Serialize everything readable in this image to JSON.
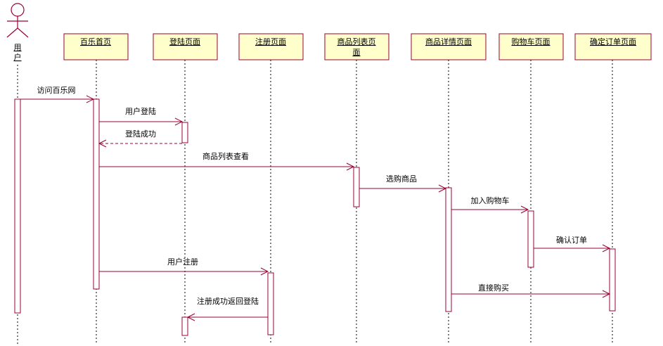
{
  "actor": {
    "name_line1": "用",
    "name_line2": "户"
  },
  "lifelines": [
    {
      "id": "home",
      "line1": "百乐首页",
      "line2": ""
    },
    {
      "id": "login",
      "line1": "登陆页面",
      "line2": ""
    },
    {
      "id": "register",
      "line1": "注册页面",
      "line2": ""
    },
    {
      "id": "list",
      "line1": "商品列表页",
      "line2": "面"
    },
    {
      "id": "detail",
      "line1": "商品详情页面",
      "line2": ""
    },
    {
      "id": "cart",
      "line1": "购物车页面",
      "line2": ""
    },
    {
      "id": "order",
      "line1": "确定订单页面",
      "line2": ""
    }
  ],
  "messages": [
    {
      "label": "访问百乐网",
      "from": "user",
      "to": "home",
      "type": "sync"
    },
    {
      "label": "用户登陆",
      "from": "home",
      "to": "login",
      "type": "sync"
    },
    {
      "label": "登陆成功",
      "from": "login",
      "to": "home",
      "type": "return"
    },
    {
      "label": "商品列表查看",
      "from": "home",
      "to": "list",
      "type": "sync"
    },
    {
      "label": "选购商品",
      "from": "list",
      "to": "detail",
      "type": "sync"
    },
    {
      "label": "加入购物车",
      "from": "detail",
      "to": "cart",
      "type": "sync"
    },
    {
      "label": "确认订单",
      "from": "cart",
      "to": "order",
      "type": "sync"
    },
    {
      "label": "用户注册",
      "from": "home",
      "to": "register",
      "type": "sync"
    },
    {
      "label": "直接购买",
      "from": "detail",
      "to": "order",
      "type": "sync"
    },
    {
      "label": "注册成功返回登陆",
      "from": "register",
      "to": "login",
      "type": "sync"
    }
  ],
  "colors": {
    "stroke": "#990033",
    "box_fill": "#ffffcc"
  }
}
